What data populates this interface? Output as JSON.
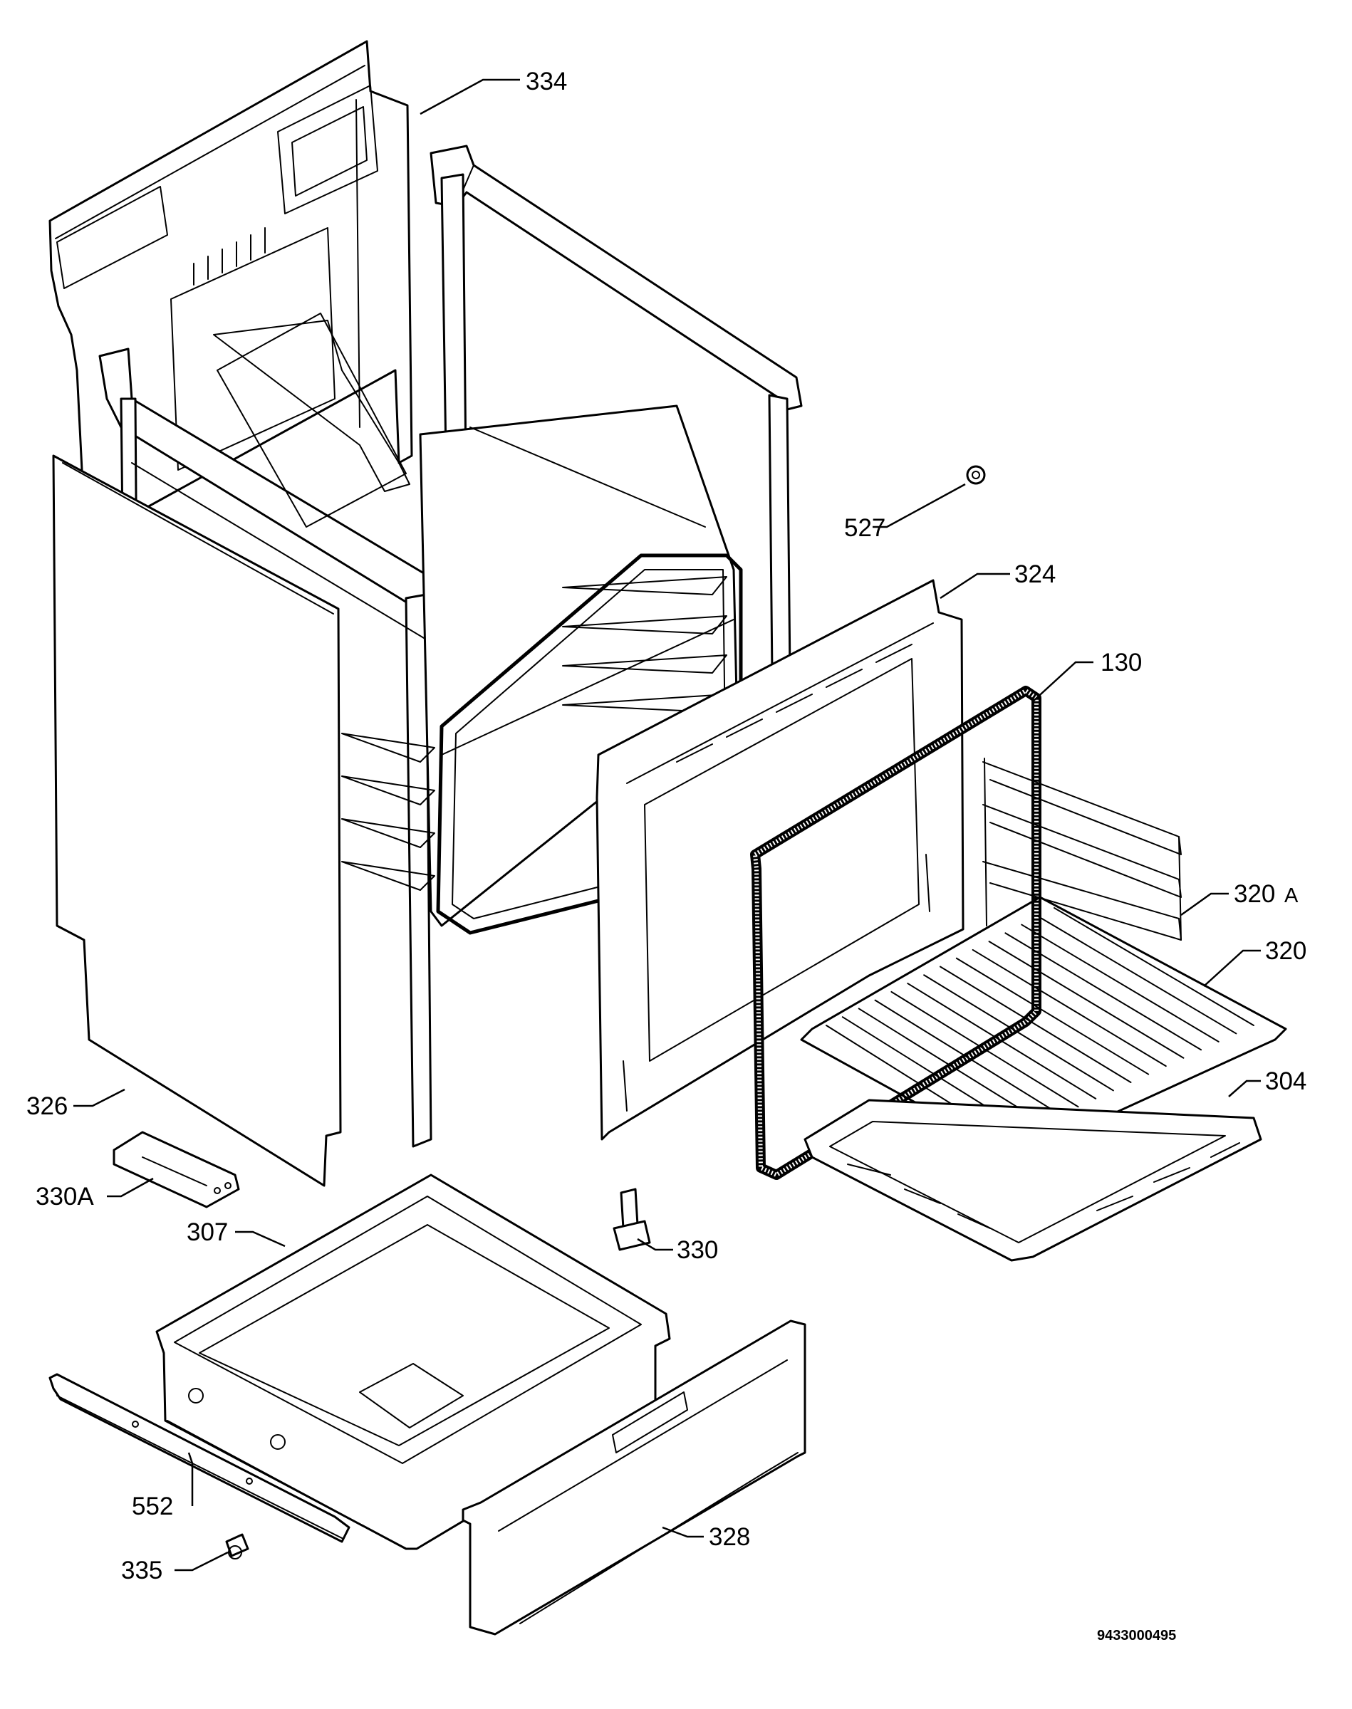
{
  "callouts": {
    "c334": "334",
    "c527": "527",
    "c324": "324",
    "c130": "130",
    "c320a_num": "320",
    "c320a_suffix": "A",
    "c320": "320",
    "c304": "304",
    "c326": "326",
    "c330a": "330A",
    "c307": "307",
    "c330": "330",
    "c552": "552",
    "c335": "335",
    "c328": "328"
  },
  "drawing_code": "9433000495"
}
